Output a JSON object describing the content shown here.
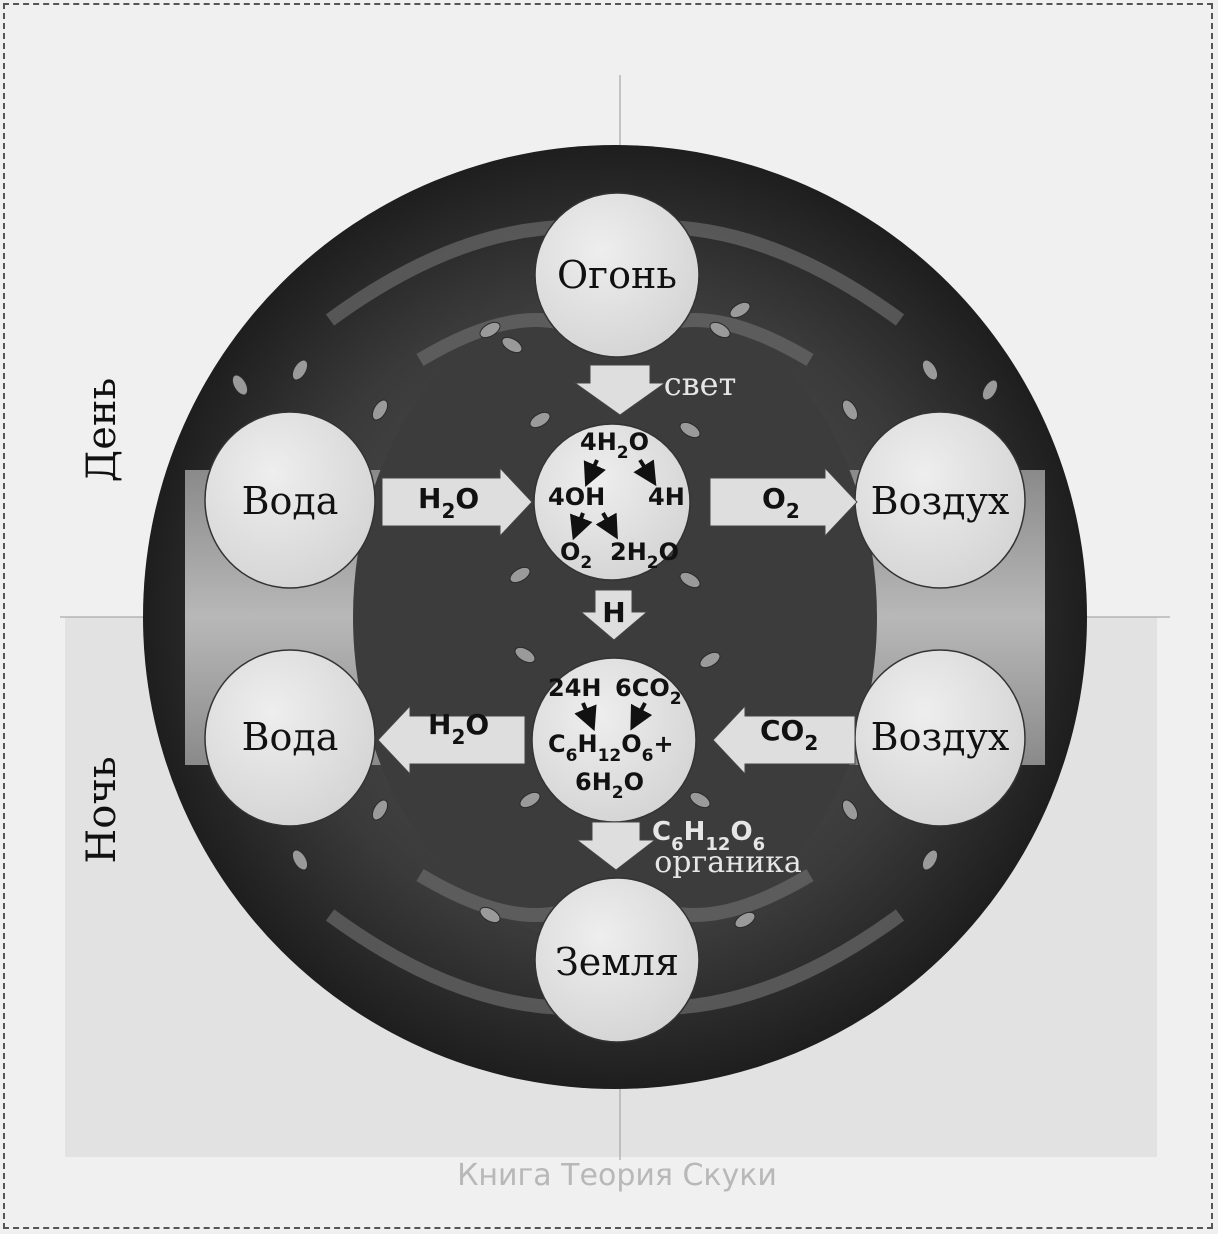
{
  "side_labels": {
    "day": "День",
    "night": "Ночь"
  },
  "elements": {
    "fire": "Огонь",
    "earth": "Земля",
    "water_day": "Вода",
    "water_night": "Вода",
    "air_day": "Воздух",
    "air_night": "Воздух"
  },
  "light_label": "свет",
  "organic_label": "органика",
  "organic_formula": {
    "c": "C",
    "c_n": "6",
    "h": "H",
    "h_n": "12",
    "o": "O",
    "o_n": "6"
  },
  "arrows": {
    "water_in": {
      "main": "H",
      "sub": "2",
      "tail": "O"
    },
    "air_out": {
      "main": "O",
      "sub": "2"
    },
    "water_out": {
      "main": "H",
      "sub": "2",
      "tail": "O"
    },
    "air_in": {
      "main": "CO",
      "sub": "2"
    },
    "hydrogen_down": "H"
  },
  "day_reaction": {
    "reactant": {
      "a": "4H",
      "sub": "2",
      "b": "O"
    },
    "left_product": "4OH",
    "right_product": "4H",
    "o2": {
      "a": "O",
      "sub": "2"
    },
    "water": {
      "a": "2H",
      "sub": "2",
      "b": "O"
    }
  },
  "night_reaction": {
    "h": "24H",
    "co2": {
      "a": "6CO",
      "sub": "2"
    },
    "glucose": {
      "c": "C",
      "c_n": "6",
      "h": "H",
      "h_n": "12",
      "o": "O",
      "o_n": "6",
      "plus": "+"
    },
    "water": {
      "a": "6H",
      "sub": "2",
      "b": "O"
    }
  },
  "watermark": "Книга Теория Скуки",
  "colors": {
    "background": "#f0f0f0",
    "ring_dark": "#2e2e2e",
    "inner_dark": "#4a4a4a",
    "circle_fill": "#e6e6e6",
    "arrow_fill": "#dcdcdc",
    "watermark": "#b8b8b8"
  }
}
